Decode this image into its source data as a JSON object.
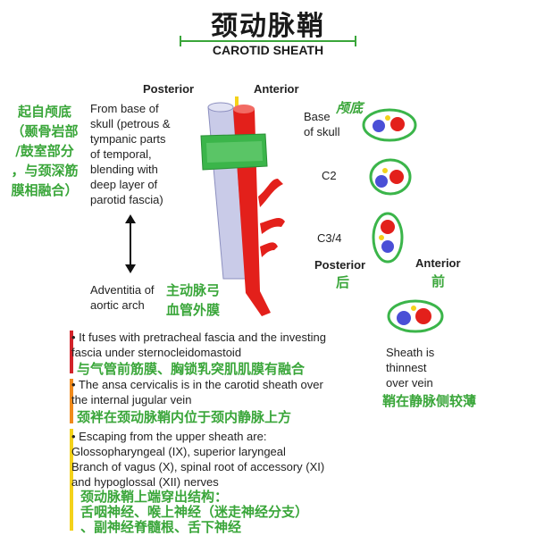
{
  "title": {
    "cn": "颈动脉鞘",
    "en": "CAROTID SHEATH"
  },
  "left_note": {
    "lines": [
      "起自颅底",
      "（颞骨岩部",
      "/鼓室部分",
      "，与颈深筋",
      "膜相融合）"
    ]
  },
  "from_text": [
    "From base of",
    "skull (petrous &",
    "tympanic parts",
    "of temporal,",
    "blending with",
    "deep layer of",
    "parotid fascia)"
  ],
  "adventitia_text": [
    "Adventitia of",
    "aortic arch"
  ],
  "adventitia_cn": [
    "主动脉弓",
    "血管外膜"
  ],
  "labels": {
    "posterior_top": "Posterior",
    "anterior_top": "Anterior",
    "base_skull": [
      "Base",
      "of skull"
    ],
    "base_skull_cn": "颅底",
    "c2": "C2",
    "c34": "C3/4",
    "posterior": "Posterior",
    "posterior_cn": "后",
    "anterior": "Anterior",
    "anterior_cn": "前",
    "sheath_note": [
      "Sheath is",
      "thinnest",
      "over vein"
    ],
    "sheath_cn": "鞘在静脉侧较薄"
  },
  "bullets": [
    {
      "lines": [
        "• It fuses with pretracheal fascia and the investing",
        "  fascia under sternocleidomastoid"
      ],
      "cn": "与气管前筋膜、胸锁乳突肌肌膜有融合",
      "color": "#d2232a"
    },
    {
      "lines": [
        "• The ansa cervicalis is in the carotid sheath over",
        "  the internal jugular vein"
      ],
      "cn": "颈袢在颈动脉鞘内位于颈内静脉上方",
      "color": "#f08a1c"
    },
    {
      "lines": [
        "• Escaping from the upper sheath are:",
        "Glossopharyngeal (IX), superior laryngeal",
        "Branch of vagus (X),  spinal root of accessory (XI)",
        "and hypoglossal (XII) nerves"
      ],
      "cn_lines": [
        "颈动脉鞘上端穿出结构：",
        "舌咽神经、喉上神经（迷走神经分支）",
        "、副神经脊髓根、舌下神经"
      ],
      "color": "#f4d21a"
    }
  ],
  "colors": {
    "green": "#3aa63a",
    "sheath": "#3bb54a",
    "artery": "#e3201b",
    "vein": "#4a4fd6",
    "nerve": "#f4d21a",
    "tube_vein": "#c9cbe8"
  }
}
